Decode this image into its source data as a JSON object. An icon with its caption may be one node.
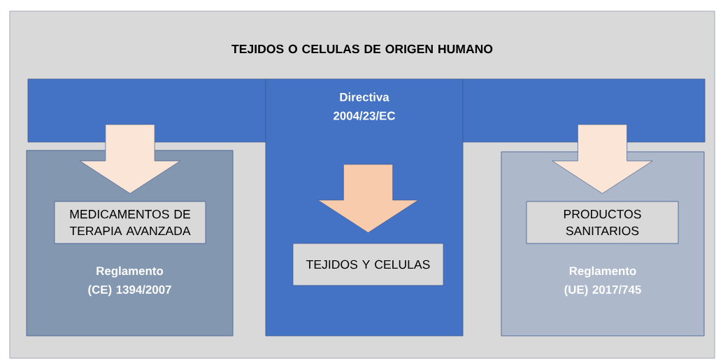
{
  "diagram": {
    "nodes": [
      {
        "text": [
          "TEJIDOS O CELULAS DE ORIGEN HUMANO"
        ]
      },
      {
        "text": [],
        "shape": "bar",
        "in": 0
      },
      {
        "text": [
          "Reglamento (CE) 1394/2007"
        ],
        "in": 0
      },
      {
        "text": [
          "MEDICAMENTOS DE TERAPIA AVANZADA"
        ],
        "in": 2
      },
      {
        "text": [
          "Directiva 2004/23/EC"
        ],
        "in": 0
      },
      {
        "text": [
          "TEJIDOS Y CELULAS"
        ],
        "in": 4
      },
      {
        "text": [],
        "shape": "bar",
        "in": 0
      },
      {
        "text": [
          "Reglamento (UE) 2017/745"
        ],
        "in": 0
      },
      {
        "text": [
          "PRODUCTOS SANITARIOS"
        ],
        "in": 7
      }
    ],
    "edges": [
      {
        "from": 1,
        "to": 3,
        "arrow": "to"
      },
      {
        "from": 4,
        "to": 5,
        "arrow": "to",
        "color": "#f8cbad"
      },
      {
        "from": 6,
        "to": 8,
        "arrow": "to"
      }
    ]
  }
}
